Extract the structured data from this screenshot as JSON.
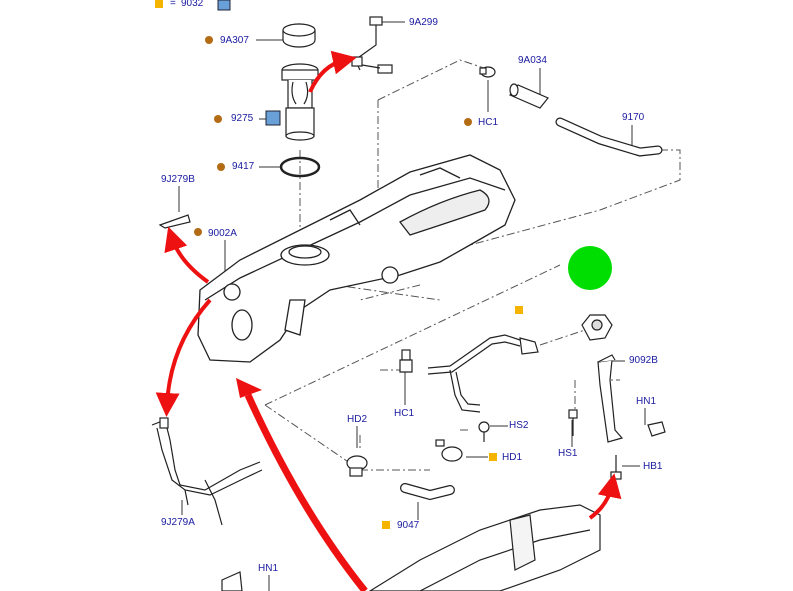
{
  "legend": {
    "eq": "=",
    "code": "9032"
  },
  "labels": {
    "9A307": "9A307",
    "9A299": "9A299",
    "9A034": "9A034",
    "9275": "9275",
    "HC1_top": "HC1",
    "9170": "9170",
    "9417": "9417",
    "9J279B": "9J279B",
    "9002A": "9002A",
    "9092B": "9092B",
    "HC1_mid": "HC1",
    "HD2": "HD2",
    "HS2": "HS2",
    "HD1": "HD1",
    "HN1_right": "HN1",
    "HS1": "HS1",
    "HB1": "HB1",
    "9J279A": "9J279A",
    "9047": "9047",
    "HN1_bottom": "HN1"
  },
  "colors": {
    "label_text": "#1a1aa0",
    "bullet_round": "#b36b14",
    "bullet_square": "#f5b400",
    "arrow": "#ee1111",
    "marker": "#00dd00",
    "part_blue": "#6aa0d8"
  }
}
